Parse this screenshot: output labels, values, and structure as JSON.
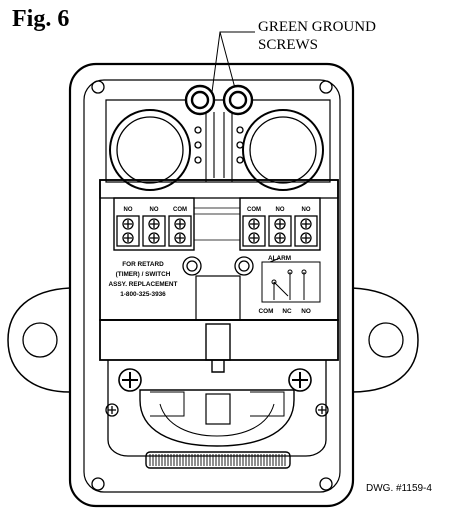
{
  "figure": {
    "label": "Fig. 6"
  },
  "callout": {
    "line1": "GREEN GROUND",
    "line2": "SCREWS"
  },
  "terminals_left": [
    "NO",
    "NO",
    "COM"
  ],
  "terminals_right": [
    "COM",
    "NO",
    "NO"
  ],
  "panel_label": {
    "line1": "FOR RETARD",
    "line2": "(TIMER) / SWITCH",
    "line3": "ASSY. REPLACEMENT",
    "line4": "1-800-325-3936"
  },
  "schematic": {
    "alarm": "ALARM",
    "com": "COM",
    "nc": "NC",
    "no": "NO"
  },
  "drawing_number": "DWG. #1159-4"
}
